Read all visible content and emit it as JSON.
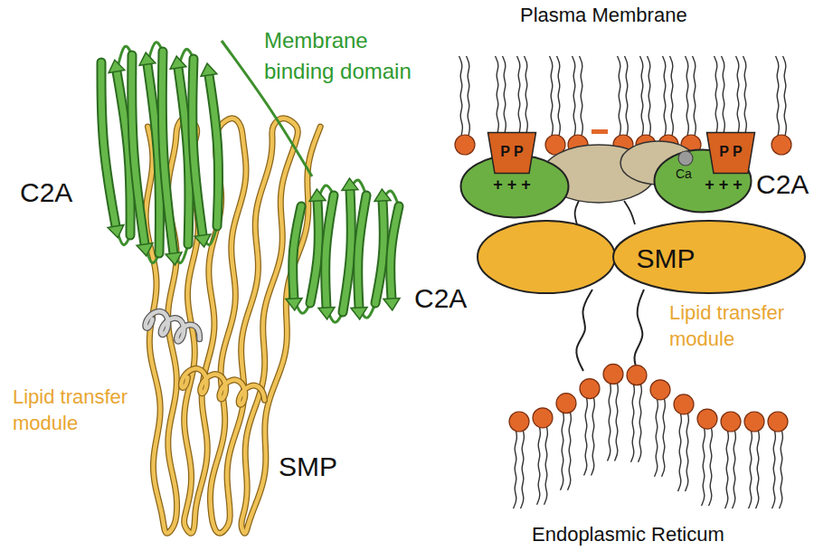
{
  "diagram": {
    "nodes": [
      {
        "text": [
          "+ + +"
        ]
      },
      {
        "text": [
          "P P"
        ]
      },
      {
        "text": [
          "Ca"
        ]
      },
      {
        "text": [
          "+ + +",
          "C2A"
        ]
      },
      {
        "text": [
          "P P"
        ]
      },
      {
        "text": [
          "SMP"
        ]
      }
    ],
    "labels": [
      "Membrane binding domain",
      "C2A",
      "C2A",
      "Lipid transfer module",
      "SMP",
      "Plasma Membrane",
      "Lipid transfer module",
      "Endoplasmic Reticum"
    ]
  }
}
